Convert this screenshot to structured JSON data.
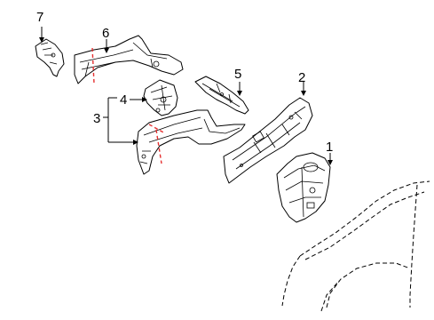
{
  "callouts": [
    {
      "id": "1",
      "label": "1"
    },
    {
      "id": "2",
      "label": "2"
    },
    {
      "id": "3",
      "label": "3"
    },
    {
      "id": "4",
      "label": "4"
    },
    {
      "id": "5",
      "label": "5"
    },
    {
      "id": "6",
      "label": "6"
    },
    {
      "id": "7",
      "label": "7"
    }
  ],
  "colors": {
    "line": "#000000",
    "cut_line": "#e53030",
    "background": "#ffffff"
  }
}
